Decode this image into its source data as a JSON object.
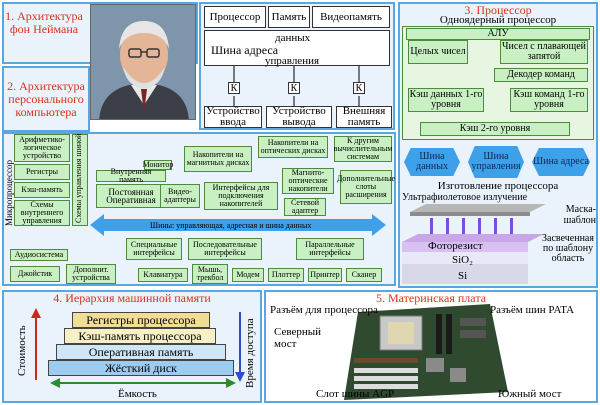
{
  "panel1": {
    "title": "1. Архитектура фон Неймана"
  },
  "neumann": {
    "cpu": "Процессор",
    "memory": "Память",
    "video_memory": "Видеопамять",
    "bus_line1": "данных",
    "bus_line2": "Шина адреса",
    "bus_line3": "управления",
    "k": "К",
    "input": "Устройство ввода",
    "output": "Устройство вывода",
    "ext_memory": "Внешняя память"
  },
  "panel2": {
    "title": "2. Архитектура персонального компьютера"
  },
  "pc": {
    "microprocessor": "Микропроцессор",
    "alu": "Арифметико-логическое устройство",
    "registers": "Регистры",
    "cache": "Кэш-память",
    "internal_ctrl": "Схемы внутреннего управления",
    "bus_ctrl": "Схемы управления шиной",
    "internal_memory": "Внутренняя память",
    "ram": "Постоянная Оперативная",
    "monitor": "Монитор",
    "video_adapters": "Видео-адаптеры",
    "magnetic": "Накопители на магнитных дисках",
    "optical": "Накопители на оптических дисках",
    "other_systems": "К другим вычислительным системам",
    "interfaces": "Интерфейсы для подключения накопителей",
    "magneto": "Магнито-оптические накопители",
    "network": "Сетевой адаптер",
    "extra_slots": "Дополнительные слоты расширения",
    "main_bus": "Шины: управляющая, адресная и шина данных",
    "audio": "Аудиосистема",
    "special": "Специальные интерфейсы",
    "serial": "Последовательные интерфейсы",
    "parallel": "Параллельные интерфейсы",
    "joystick": "Джойстик",
    "extra_devices": "Дополнит. устройства",
    "keyboard": "Клавиатура",
    "mouse": "Мышь, трекбол",
    "modem": "Модем",
    "plotter": "Плоттер",
    "printer": "Принтер",
    "scanner": "Сканер"
  },
  "panel3": {
    "title": "3. Процессор",
    "subtitle": "Одноядерный процессор"
  },
  "cpu": {
    "alu": "АЛУ",
    "integers": "Целых чисел",
    "floats": "Чисел с плавающей запятой",
    "decoder": "Декодер команд",
    "l1_data": "Кэш данных 1-го уровня",
    "l1_cmd": "Кэш команд 1-го уровня",
    "l2": "Кэш 2-го уровня",
    "bus_data": "Шина данных",
    "bus_ctrl": "Шина управления",
    "bus_addr": "Шина адреса"
  },
  "fab": {
    "title": "Изготовление процессора",
    "uv": "Ультрафиолетовое излучение",
    "mask": "Маска-шаблон",
    "photoresist": "Фоторезист",
    "sio2": "SiO₂",
    "si": "Si",
    "exposed": "Засвеченная по шаблону область"
  },
  "panel4": {
    "title": "4. Иерархия машинной памяти"
  },
  "memory": {
    "layers": [
      "Регистры процессора",
      "Кэш-память процессора",
      "Оперативная память",
      "Жёсткий диск"
    ],
    "cost": "Стоимость",
    "access": "Время доступа",
    "capacity": "Ёмкость"
  },
  "panel5": {
    "title": "5. Материнская плата"
  },
  "board": {
    "cpu_socket": "Разъём для процессора",
    "pata": "Разъём шин PATA",
    "north": "Северный мост",
    "agp": "Слот шины AGP",
    "south": "Южный мост"
  },
  "colors": {
    "title_red": "#d9301c",
    "panel_border": "#5aa7e0",
    "box_green": "#c9f0c3",
    "bus_blue": "#3ea0e8"
  }
}
